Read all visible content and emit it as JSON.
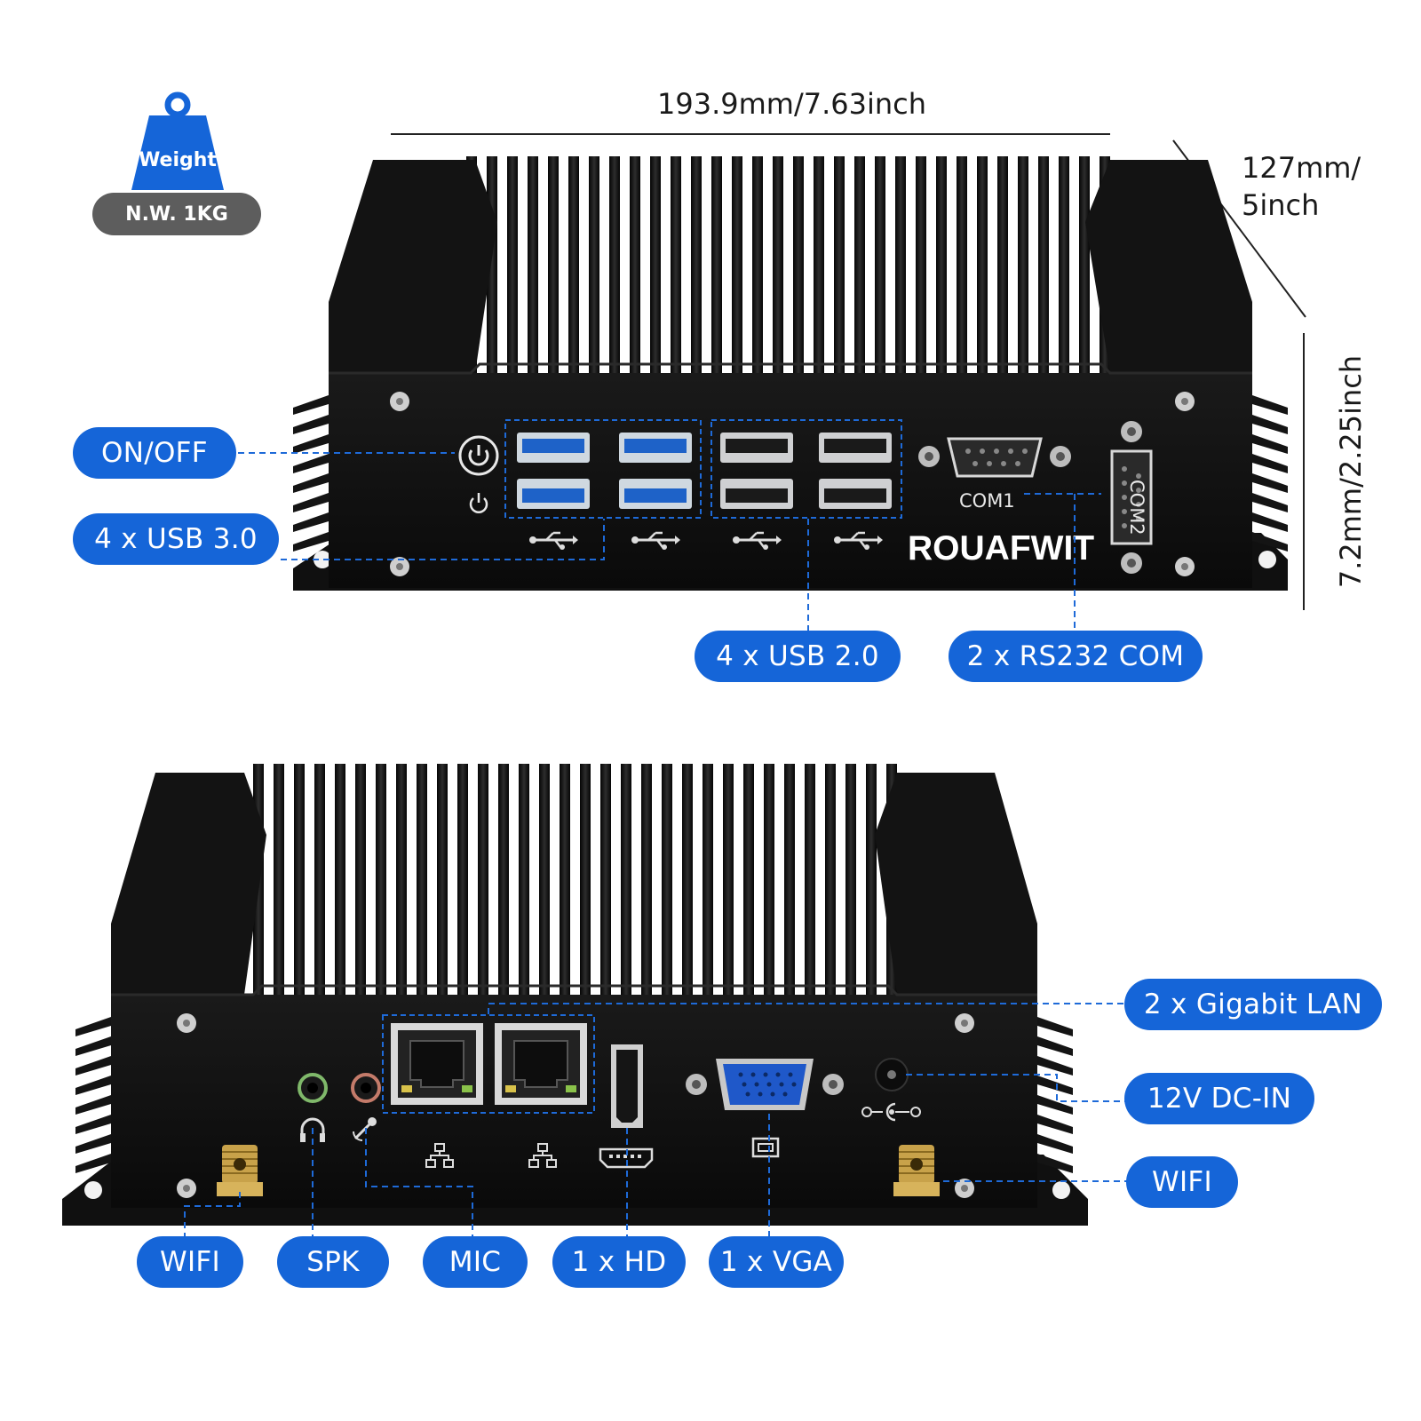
{
  "weight": {
    "title": "Weight",
    "value": "N.W. 1KG"
  },
  "dimensions": {
    "width": "193.9mm/7.63inch",
    "depth_line1": "127mm/",
    "depth_line2": "5inch",
    "height": "7.2mm/2.25inch"
  },
  "front": {
    "brand": "ROUAFWIT",
    "com1_label": "COM1",
    "com2_label": "COM2",
    "callouts": {
      "onoff": "ON/OFF",
      "usb3": "4 x USB 3.0",
      "usb2": "4 x USB 2.0",
      "com": "2 x RS232 COM"
    }
  },
  "rear": {
    "callouts": {
      "lan": "2 x Gigabit LAN",
      "dcin": "12V DC-IN",
      "wifi_right": "WIFI",
      "wifi_left": "WIFI",
      "spk": "SPK",
      "mic": "MIC",
      "hd": "1 x HD",
      "vga": "1 x VGA"
    }
  },
  "colors": {
    "accent": "#1565d8",
    "chassis": "#121212",
    "badge_gray": "#5d5d5d"
  }
}
